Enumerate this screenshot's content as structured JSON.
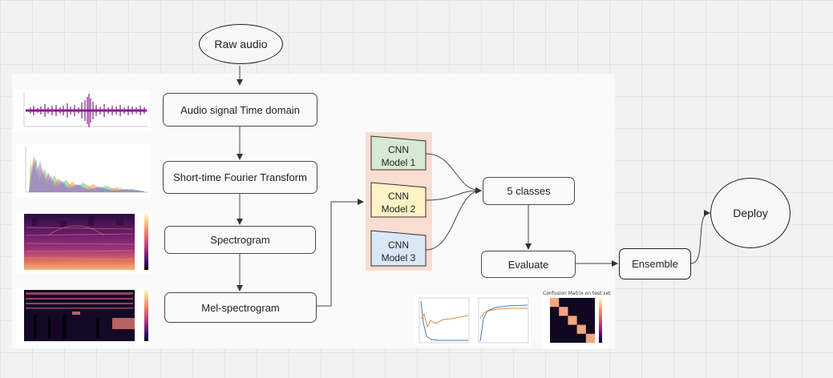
{
  "diagram": {
    "nodes": {
      "raw_audio": "Raw audio",
      "audio_signal": "Audio signal Time domain",
      "stft": "Short-time Fourier Transform",
      "spectrogram": "Spectrogram",
      "mel_spectrogram": "Mel-spectrogram",
      "five_classes": "5 classes",
      "evaluate": "Evaluate",
      "ensemble": "Ensemble",
      "deploy": "Deploy"
    },
    "cnn_models": [
      {
        "line1": "CNN",
        "line2": "Model 1",
        "color": "#d8e9d3"
      },
      {
        "line1": "CNN",
        "line2": "Model 2",
        "color": "#fff2c6"
      },
      {
        "line1": "CNN",
        "line2": "Model 3",
        "color": "#d9e7f6"
      }
    ],
    "confusion_matrix_title": "Confusion Matrix on test set"
  },
  "colors": {
    "waveform": "#8a1c8f",
    "spectrogram_dark": "#1a0b33",
    "spectrogram_hot": "#f0a070",
    "cnn_panel": "#f8ddd0"
  }
}
